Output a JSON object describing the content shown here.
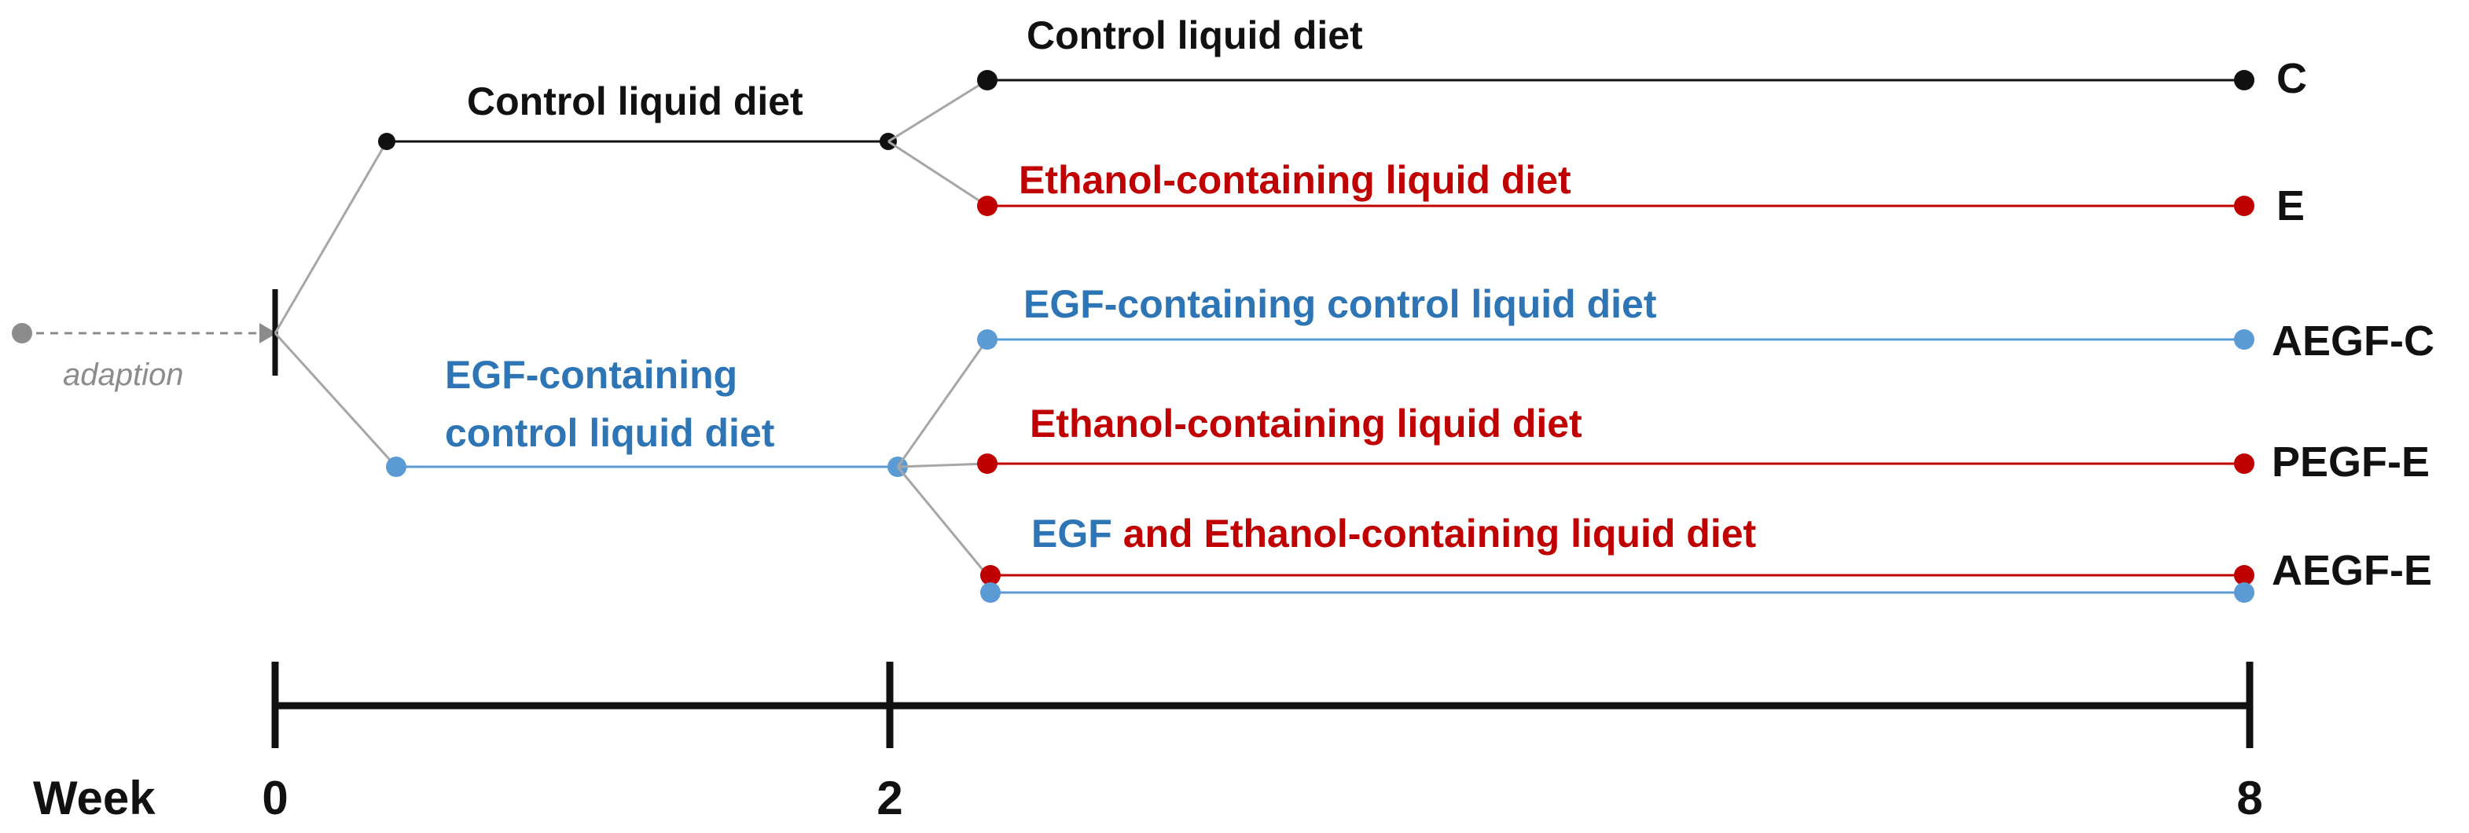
{
  "colors": {
    "black": "#111111",
    "red": "#c00000",
    "blue": "#2e75b6",
    "light_blue": "#5b9bd5",
    "connector_gray": "#a6a6a6",
    "adaption_gray": "#8c8c8c"
  },
  "adaption": {
    "label": "adaption"
  },
  "diets": {
    "control_1": "Control liquid diet",
    "control_2": "Control liquid diet",
    "ethanol_1": "Ethanol-containing liquid diet",
    "egf_control_1_line1": "EGF-containing",
    "egf_control_1_line2": "control liquid diet",
    "egf_control_2": "EGF-containing control liquid diet",
    "ethanol_2": "Ethanol-containing liquid diet",
    "egf_part": "EGF",
    "egf_ethanol_rest": " and Ethanol-containing liquid diet"
  },
  "groups": {
    "c": "C",
    "e": "E",
    "aegf_c": "AEGF-C",
    "pegf_e": "PEGF-E",
    "aegf_e": "AEGF-E"
  },
  "timeline": {
    "axis_label": "Week",
    "ticks": [
      "0",
      "2",
      "8"
    ]
  }
}
